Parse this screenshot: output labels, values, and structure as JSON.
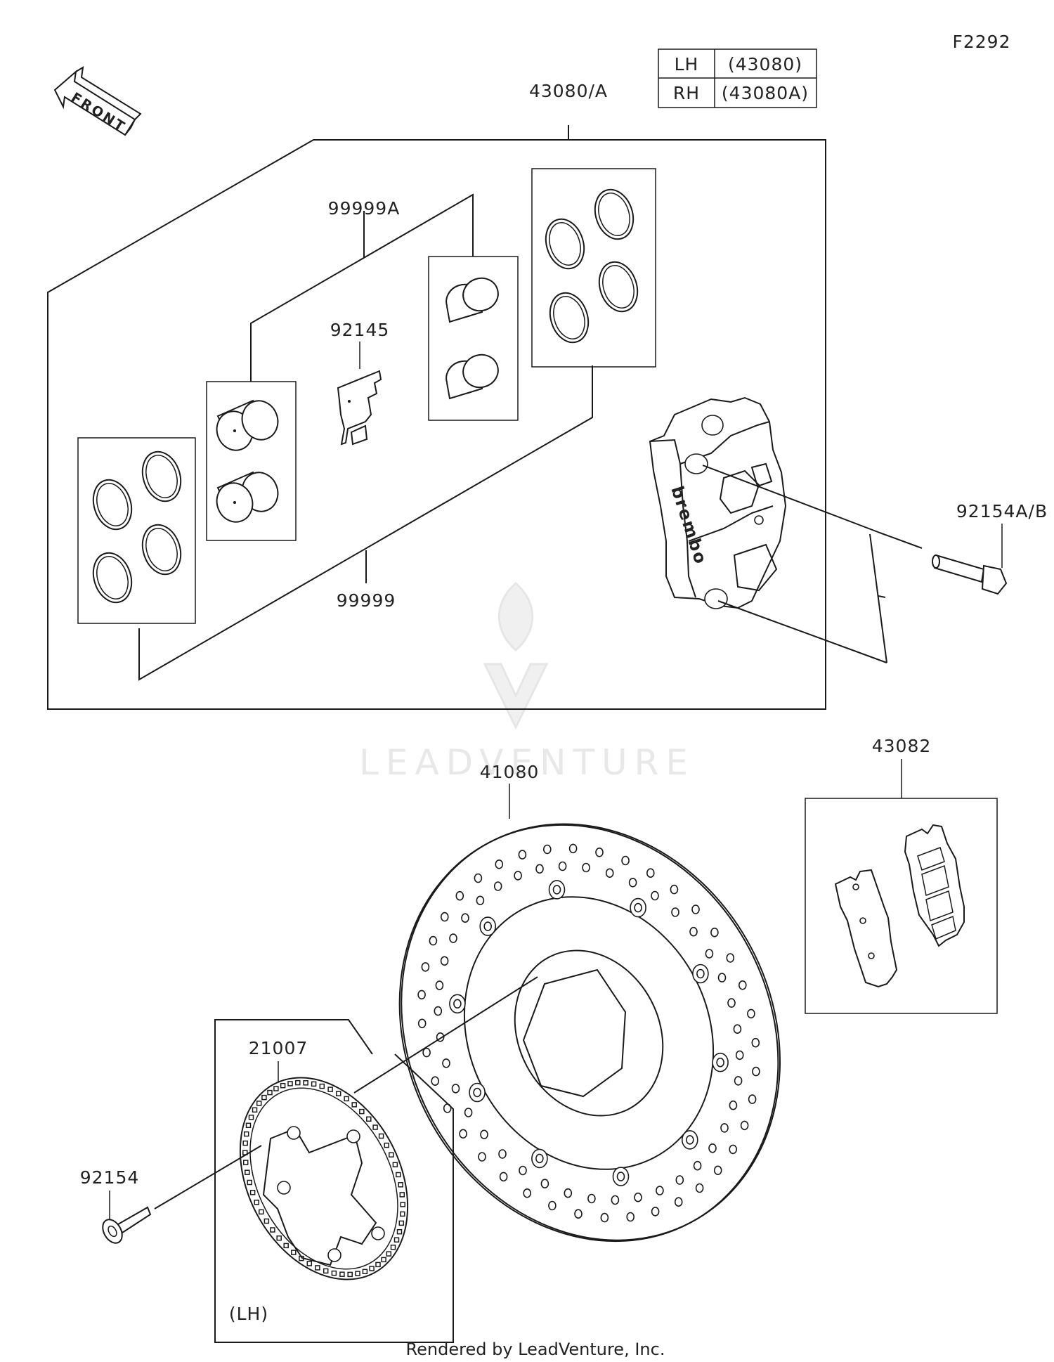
{
  "figure_code": "F2292",
  "side_table": {
    "rows": [
      {
        "side": "LH",
        "part": "(43080)"
      },
      {
        "side": "RH",
        "part": "(43080A)"
      }
    ]
  },
  "front_arrow": {
    "text": "FRONT"
  },
  "callouts": {
    "caliper_assy": "43080/A",
    "seal_kit_a": "99999A",
    "pad_spring": "92145",
    "seal_kit": "99999",
    "caliper_bolt": "92154A/B",
    "pad_set": "43082",
    "disc": "41080",
    "sensor_rotor": "21007",
    "disc_bolt": "92154",
    "lh_note": "(LH)"
  },
  "caliper_brand": "brembo",
  "watermark": "LEADVENTURE",
  "footer": "Rendered by LeadVenture, Inc.",
  "colors": {
    "line": "#1a1a1a",
    "watermark": "#e6e6e6"
  }
}
